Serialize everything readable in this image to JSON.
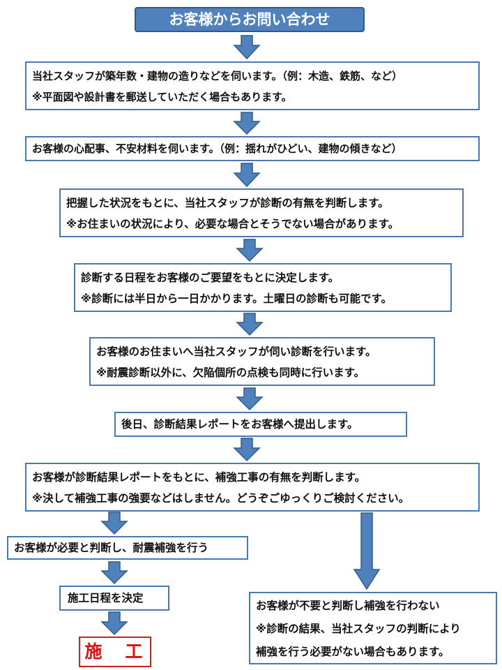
{
  "header": {
    "title": "お客様からお問い合わせ"
  },
  "steps": [
    {
      "lines": [
        "当社スタッフが築年数・建物の造りなどを伺います。（例：木造、鉄筋、など）",
        "※平面図や設計書を郵送していただく場合もあります。"
      ]
    },
    {
      "lines": [
        "お客様の心配事、不安材料を伺います。（例：揺れがひどい、建物の傾きなど）"
      ]
    },
    {
      "lines": [
        "把握した状況をもとに、当社スタッフが診断の有無を判断します。",
        "※お住まいの状況により、必要な場合とそうでない場合があります。"
      ]
    },
    {
      "lines": [
        "診断する日程をお客様のご要望をもとに決定します。",
        "※診断には半日から一日かかります。土曜日の診断も可能です。"
      ]
    },
    {
      "lines": [
        "お客様のお住まいへ当社スタッフが伺い診断を行います。",
        "※耐震診断以外に、欠陥個所の点検も同時に行います。"
      ]
    },
    {
      "lines": [
        "後日、診断結果レポートをお客様へ提出します。"
      ]
    },
    {
      "lines": [
        "お客様が診断結果レポートをもとに、補強工事の有無を判断します。",
        "※決して補強工事の強要などはしません。どうぞごゆっくりご検討ください。"
      ]
    }
  ],
  "branch_yes": {
    "decision": "お客様が必要と判断し、耐震補強を行う",
    "schedule": "施工日程を決定",
    "final": "施　工"
  },
  "branch_no": {
    "lines": [
      "お客様が不要と判断し補強を行わない",
      "※診断の結果、当社スタッフの判断により",
      "補強を行う必要がない場合もあります。"
    ]
  },
  "colors": {
    "arrow": "#4f81bd",
    "arrow_border": "#2e5c8a",
    "box_border": "#4a78b5",
    "final": "#e01010"
  },
  "icons": {
    "flow_arrow": "down-arrow-icon"
  }
}
